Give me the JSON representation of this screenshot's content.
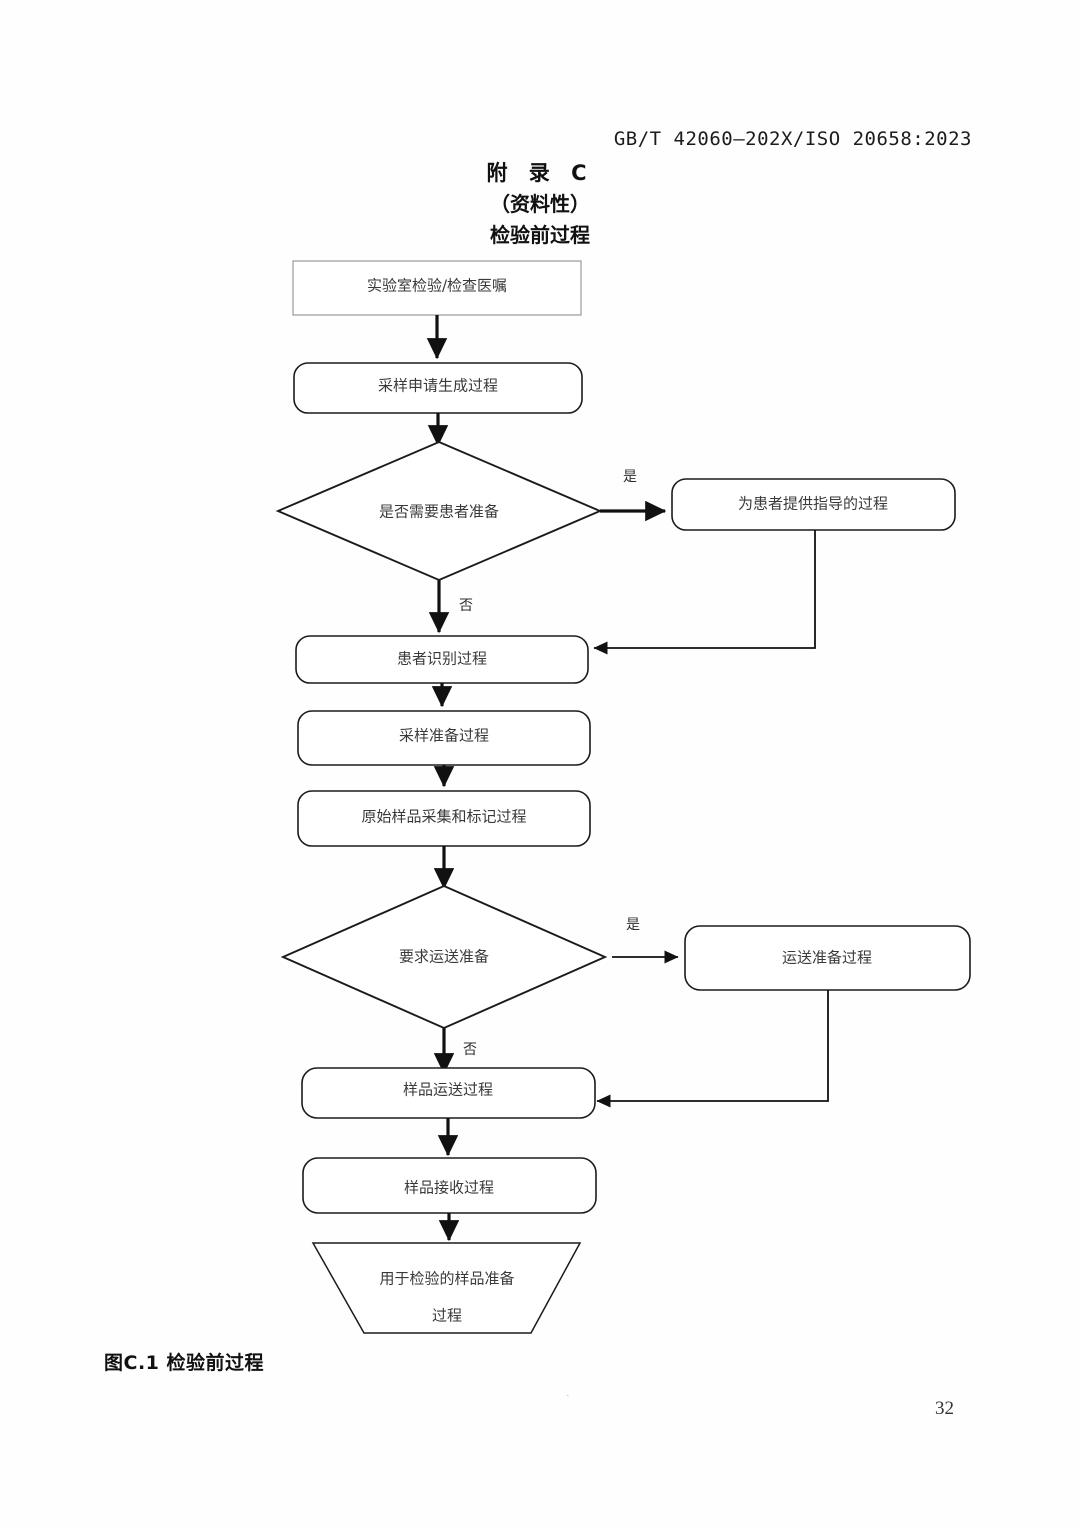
{
  "document": {
    "standard_header": "GB/T 42060—202X/ISO 20658:2023",
    "page_number": "32",
    "annex_label": "附 录 C",
    "annex_type": "（资料性）",
    "annex_title": "检验前过程",
    "figure_caption": "图C.1 检验前过程"
  },
  "flowchart": {
    "nodes": {
      "order": "实验室检验/检查医嘱",
      "request": "采样申请生成过程",
      "decision_prep": "是否需要患者准备",
      "guidance": "为患者提供指导的过程",
      "identify": "患者识别过程",
      "collect_prep": "采样准备过程",
      "primary_sample": "原始样品采集和标记过程",
      "decision_transport": "要求运送准备",
      "transport_prep": "运送准备过程",
      "transport": "样品运送过程",
      "reception": "样品接收过程",
      "exam_prep_line1": "用于检验的样品准备",
      "exam_prep_line2": "过程"
    },
    "edge_labels": {
      "yes_prep": "是",
      "no_prep": "否",
      "yes_transport": "是",
      "no_transport": "否"
    },
    "colors": {
      "shape_stroke": "#1b1b1b",
      "plain_stroke": "#9a9a9a",
      "text": "#3a3a3a",
      "background": "#ffffff"
    }
  }
}
